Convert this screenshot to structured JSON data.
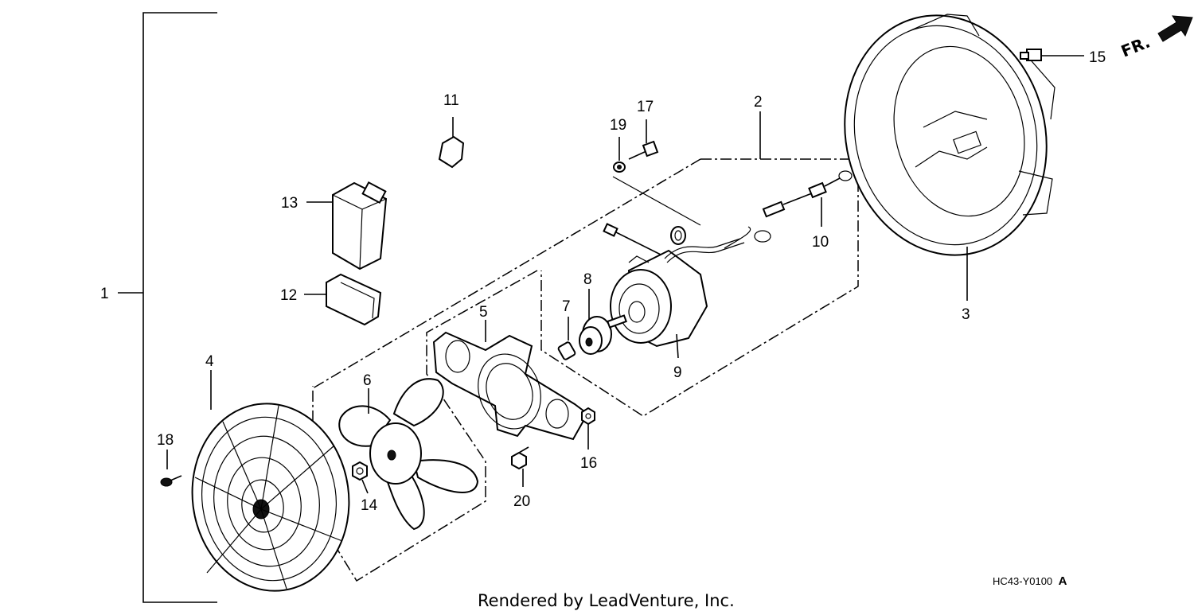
{
  "callouts": {
    "c1": "1",
    "c2": "2",
    "c3": "3",
    "c4": "4",
    "c5": "5",
    "c6": "6",
    "c7": "7",
    "c8": "8",
    "c9": "9",
    "c10": "10",
    "c11": "11",
    "c12": "12",
    "c13": "13",
    "c14": "14",
    "c15": "15",
    "c16": "16",
    "c17": "17",
    "c18": "18",
    "c19": "19",
    "c20": "20"
  },
  "direction_label": "FR.",
  "diagram_code": "HC43-Y0100",
  "diagram_code_suffix": "A",
  "footer": "Rendered by LeadVenture, Inc."
}
